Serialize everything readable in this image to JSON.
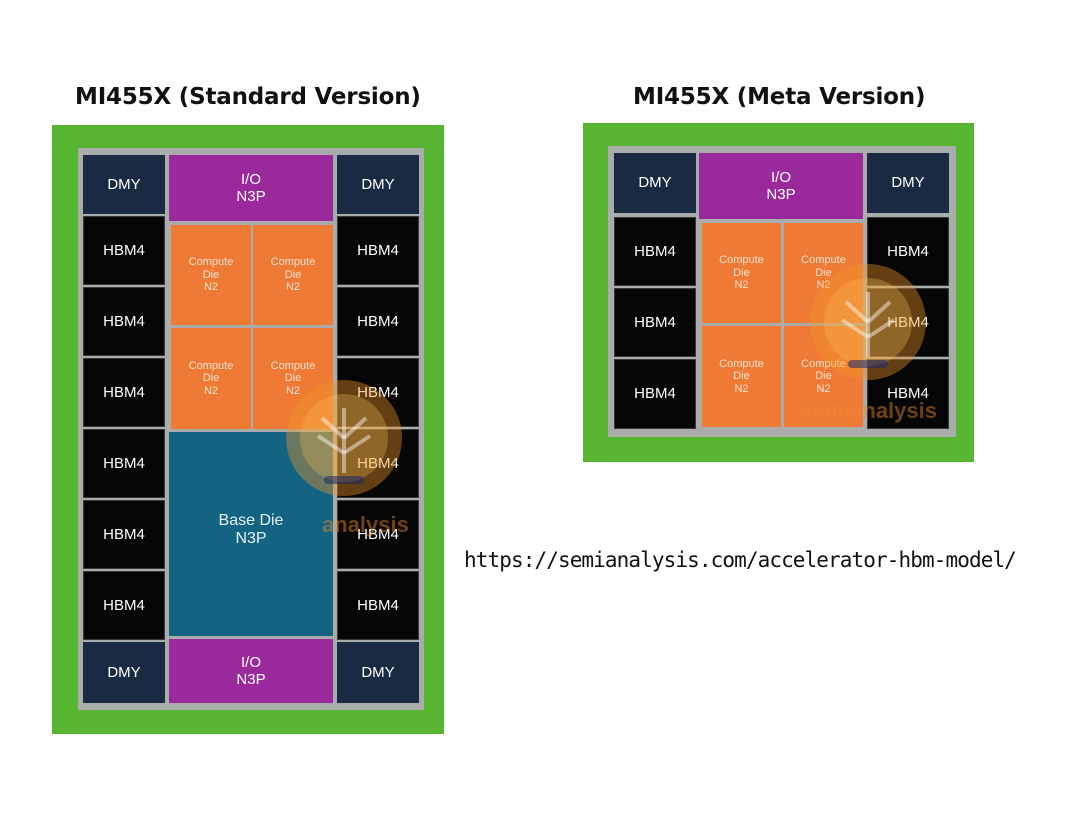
{
  "diagrams": [
    {
      "title": "MI455X (Standard Version)",
      "dummy_label": "DMY",
      "hbm_label": "HBM4",
      "io_label_line1": "I/O",
      "io_label_line2": "N3P",
      "compute_line1": "Compute",
      "compute_line2": "Die",
      "compute_line3": "N2",
      "base_line1": "Base Die",
      "base_line2": "N3P",
      "hbm_stacks_per_side": 6,
      "compute_dies": 4
    },
    {
      "title": "MI455X (Meta Version)",
      "dummy_label": "DMY",
      "hbm_label": "HBM4",
      "io_label_line1": "I/O",
      "io_label_line2": "N3P",
      "compute_line1": "Compute",
      "compute_line2": "Die",
      "compute_line3": "N2",
      "hbm_stacks_per_side": 3,
      "compute_dies": 4
    }
  ],
  "watermark": {
    "text_std": "analysis",
    "text_meta": "semianalysis"
  },
  "url": "https://semianalysis.com/accelerator-hbm-model/",
  "colors": {
    "substrate_green": "#57b52f",
    "interposer_gray": "#a9acaa",
    "dummy": "#1a2a42",
    "hbm": "#060606",
    "io_die": "#9a2a9c",
    "compute_die": "#ef7a35",
    "base_die": "#136382"
  }
}
